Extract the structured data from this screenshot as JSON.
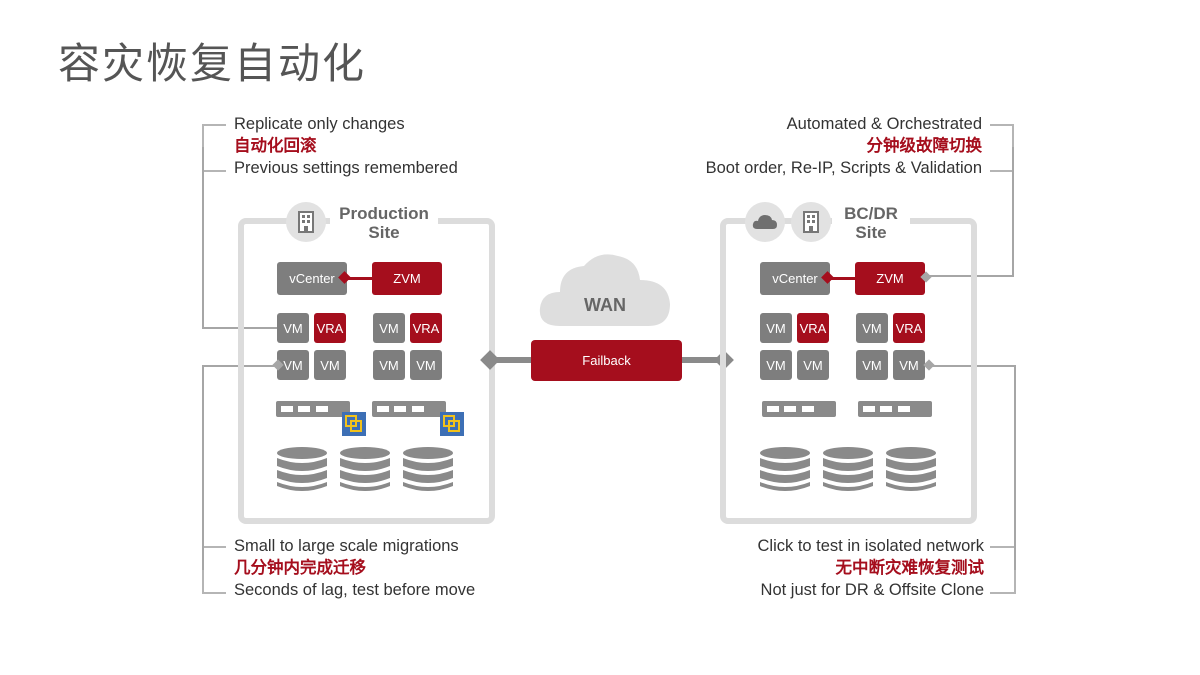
{
  "title": "容灾恢复自动化",
  "left_top": {
    "line1": "Replicate only changes",
    "line2": "自动化回滚",
    "line3": "Previous settings remembered"
  },
  "right_top": {
    "line1": "Automated & Orchestrated",
    "line2": "分钟级故障切换",
    "line3": "Boot order, Re-IP, Scripts & Validation"
  },
  "left_bottom": {
    "line1": "Small to large scale migrations",
    "line2": "几分钟内完成迁移",
    "line3": "Seconds of lag, test before move"
  },
  "right_bottom": {
    "line1": "Click to test in isolated network",
    "line2": "无中断灾难恢复测试",
    "line3": "Not just for DR & Offsite Clone"
  },
  "production_site": {
    "label_line1": "Production",
    "label_line2": "Site",
    "vcenter": "vCenter",
    "zvm": "ZVM",
    "vm": "VM",
    "vra": "VRA"
  },
  "dr_site": {
    "label_line1": "BC/DR",
    "label_line2": "Site",
    "vcenter": "vCenter",
    "zvm": "ZVM",
    "vm": "VM",
    "vra": "VRA"
  },
  "wan": {
    "label": "WAN",
    "failback": "Failback"
  },
  "colors": {
    "accent_red": "#a50e1d",
    "gray_chip": "#7e7e7e",
    "box_border": "#dcdcdc",
    "cloud": "#dedede"
  },
  "icons": [
    "building-icon",
    "cloud-icon",
    "server-icon",
    "vmware-icon",
    "database-icon"
  ]
}
